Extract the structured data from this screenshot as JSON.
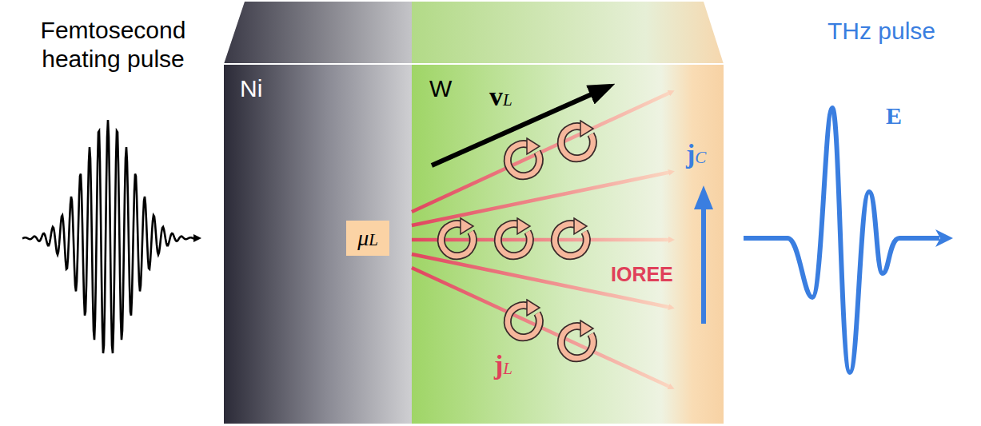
{
  "diagram": {
    "nodes": [
      {
        "text": [
          "Ni"
        ]
      },
      {
        "text": [
          "W"
        ]
      },
      {
        "text": [
          "μL"
        ],
        "in": 0
      }
    ],
    "labels": [
      "Femtosecond heating pulse",
      "THz pulse",
      "vL",
      "IOREE",
      "jL",
      "jC",
      "E"
    ]
  }
}
